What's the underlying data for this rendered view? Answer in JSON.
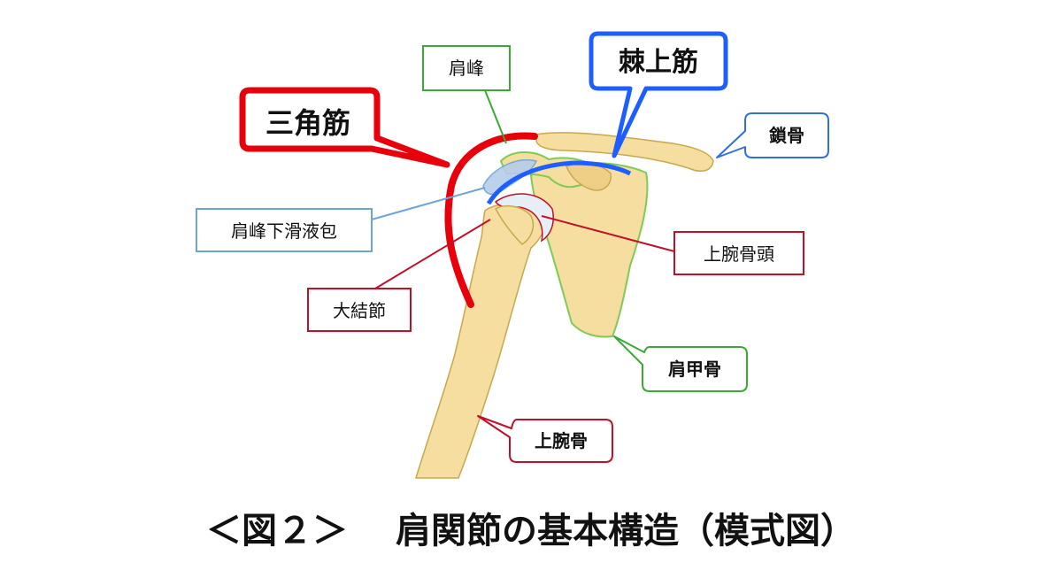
{
  "labels": {
    "deltoid": "三角筋",
    "acromion": "肩峰",
    "supraspinatus": "棘上筋",
    "clavicle": "鎖骨",
    "subacromial_bursa": "肩峰下滑液包",
    "humeral_head": "上腕骨頭",
    "greater_tubercle": "大結節",
    "scapula": "肩甲骨",
    "humerus": "上腕骨"
  },
  "caption": "＜図２＞　 肩関節の基本構造（模式図）",
  "colors": {
    "bone": "#F5DEA0",
    "bone_outline": "#C8A84E",
    "deltoid_red": "#E8000B",
    "supraspinatus_blue": "#1E5EFF",
    "label_red": "#C0102A",
    "label_green": "#3AAA35",
    "label_blue": "#2F6FE0",
    "label_lightblue": "#6BA5D8",
    "cartilage": "#E8EEF5",
    "bursa": "#B5CDEA",
    "scapula_outline": "#7DCC55"
  }
}
